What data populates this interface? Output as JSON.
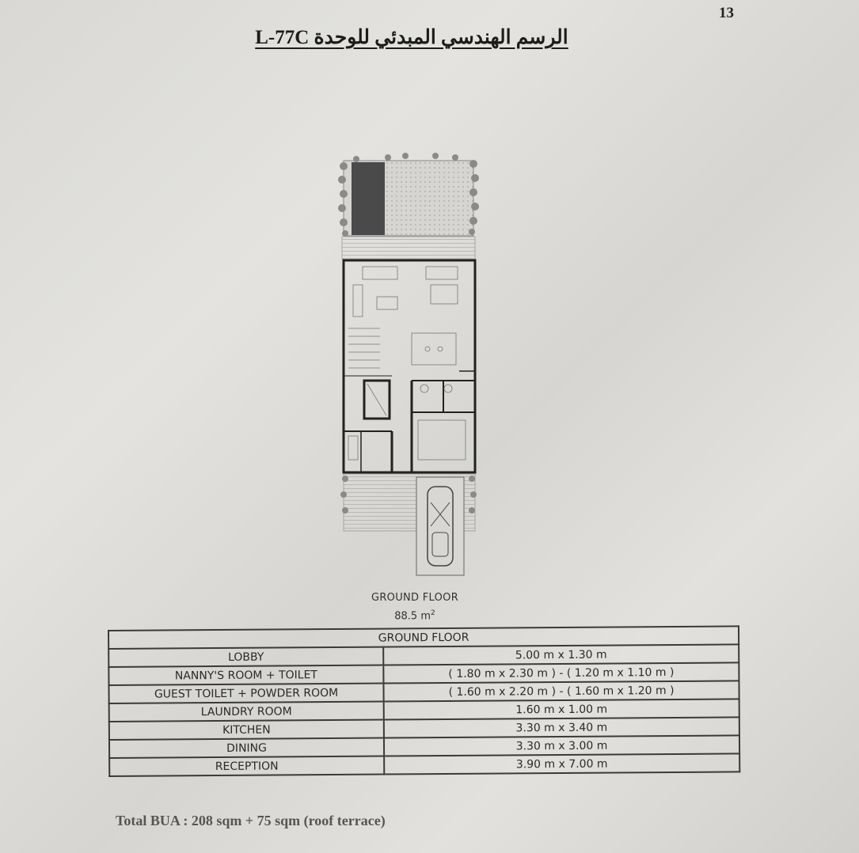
{
  "page": {
    "number": "13",
    "title": "الرسم الهندسي المبدئي للوحدة L-77C"
  },
  "plan": {
    "caption_title": "GROUND FLOOR",
    "caption_area": "88.5 m",
    "caption_area_unit": "2"
  },
  "table": {
    "header": "GROUND FLOOR",
    "rows": [
      {
        "room": "LOBBY",
        "dims": "5.00 m x 1.30 m"
      },
      {
        "room": "NANNY'S ROOM + TOILET",
        "dims": "( 1.80 m x 2.30 m ) - ( 1.20 m x 1.10 m )"
      },
      {
        "room": "GUEST TOILET + POWDER ROOM",
        "dims": "( 1.60 m x 2.20 m ) - ( 1.60 m x 1.20 m )"
      },
      {
        "room": "LAUNDRY ROOM",
        "dims": "1.60 m x 1.00 m"
      },
      {
        "room": "KITCHEN",
        "dims": "3.30 m x 3.40 m"
      },
      {
        "room": "DINING",
        "dims": "3.30 m x 3.00 m"
      },
      {
        "room": "RECEPTION",
        "dims": "3.90 m x 7.00 m"
      }
    ]
  },
  "footer": {
    "total": "Total BUA :   208 sqm + 75 sqm (roof terrace)"
  }
}
